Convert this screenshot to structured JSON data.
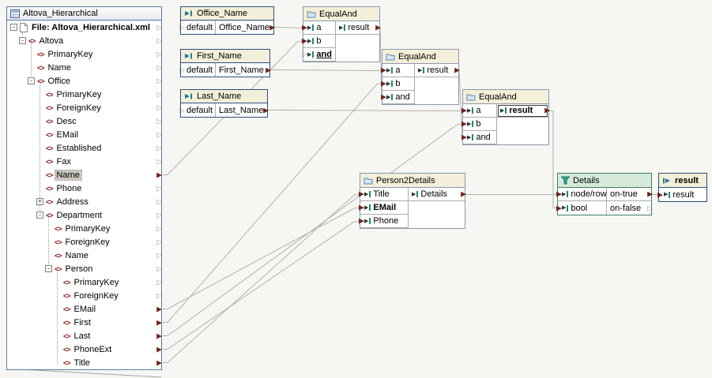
{
  "colors": {
    "line": "#B2B0AC",
    "selection": "#CBC7BF",
    "connector_filled": "#71251B",
    "function_header": "#F4EFD9",
    "filter_header": "#D5EADB"
  },
  "components": {
    "tree": {
      "title": "Altova_Hierarchical",
      "rows": [
        {
          "label": "File: Altova_Hierarchical.xml",
          "level": 0,
          "expand": "minus",
          "icon": "file",
          "bold": true
        },
        {
          "label": "Altova",
          "level": 1,
          "expand": "minus",
          "icon": "element"
        },
        {
          "label": "PrimaryKey",
          "level": 2,
          "icon": "element"
        },
        {
          "label": "Name",
          "level": 2,
          "icon": "element"
        },
        {
          "label": "Office",
          "level": 2,
          "expand": "minus",
          "icon": "element"
        },
        {
          "label": "PrimaryKey",
          "level": 3,
          "icon": "element"
        },
        {
          "label": "ForeignKey",
          "level": 3,
          "icon": "element"
        },
        {
          "label": "Desc",
          "level": 3,
          "icon": "element"
        },
        {
          "label": "EMail",
          "level": 3,
          "icon": "element"
        },
        {
          "label": "Established",
          "level": 3,
          "icon": "element"
        },
        {
          "label": "Fax",
          "level": 3,
          "icon": "element"
        },
        {
          "label": "Name",
          "level": 3,
          "icon": "element",
          "selected": true,
          "connected": true
        },
        {
          "label": "Phone",
          "level": 3,
          "icon": "element"
        },
        {
          "label": "Address",
          "level": 3,
          "expand": "plus",
          "icon": "element"
        },
        {
          "label": "Department",
          "level": 3,
          "expand": "minus",
          "icon": "element"
        },
        {
          "label": "PrimaryKey",
          "level": 4,
          "icon": "element"
        },
        {
          "label": "ForeignKey",
          "level": 4,
          "icon": "element"
        },
        {
          "label": "Name",
          "level": 4,
          "icon": "element"
        },
        {
          "label": "Person",
          "level": 4,
          "expand": "minus",
          "icon": "element"
        },
        {
          "label": "PrimaryKey",
          "level": 5,
          "icon": "element"
        },
        {
          "label": "ForeignKey",
          "level": 5,
          "icon": "element"
        },
        {
          "label": "EMail",
          "level": 5,
          "icon": "element",
          "connected": true
        },
        {
          "label": "First",
          "level": 5,
          "icon": "element",
          "connected": true
        },
        {
          "label": "Last",
          "level": 5,
          "icon": "element",
          "connected": true
        },
        {
          "label": "PhoneExt",
          "level": 5,
          "icon": "element",
          "connected": true
        },
        {
          "label": "Title",
          "level": 5,
          "icon": "element",
          "connected": true
        }
      ]
    },
    "constants": [
      {
        "id": "office_name",
        "title": "Office_Name",
        "param": "default",
        "value": "Office_Name"
      },
      {
        "id": "first_name",
        "title": "First_Name",
        "param": "default",
        "value": "First_Name"
      },
      {
        "id": "last_name",
        "title": "Last_Name",
        "param": "default",
        "value": "Last_Name"
      }
    ],
    "functions": [
      {
        "id": "ea1",
        "title": "EqualAnd",
        "inputs": [
          {
            "label": "a",
            "connected": true
          },
          {
            "label": "b",
            "connected": true
          },
          {
            "label": "and",
            "connected": false,
            "bold": true,
            "underline": true
          }
        ],
        "output": {
          "label": "result",
          "connected": true
        }
      },
      {
        "id": "ea2",
        "title": "EqualAnd",
        "inputs": [
          {
            "label": "a",
            "connected": true
          },
          {
            "label": "b",
            "connected": true
          },
          {
            "label": "and",
            "connected": true
          }
        ],
        "output": {
          "label": "result",
          "connected": true
        }
      },
      {
        "id": "ea3",
        "title": "EqualAnd",
        "inputs": [
          {
            "label": "a",
            "connected": true
          },
          {
            "label": "b",
            "connected": true
          },
          {
            "label": "and",
            "connected": true
          }
        ],
        "output": {
          "label": "result",
          "connected": true,
          "bold": true,
          "boxed": true
        }
      },
      {
        "id": "p2d",
        "title": "Person2Details",
        "inputs": [
          {
            "label": "Title",
            "connected": true
          },
          {
            "label": "EMail",
            "connected": true,
            "bold": true
          },
          {
            "label": "Phone",
            "connected": true
          }
        ],
        "output": {
          "label": "Details",
          "connected": true
        }
      }
    ],
    "filter": {
      "title": "Details",
      "rows": [
        {
          "in": "node/row",
          "out": "on-true",
          "in_connected": true,
          "out_connected": true
        },
        {
          "in": "bool",
          "out": "on-false",
          "in_connected": true,
          "out_connected": false
        }
      ]
    },
    "result": {
      "title": "result",
      "row": "result",
      "connected": true
    }
  },
  "connections": [
    {
      "from": "office_name.out",
      "to": "ea1.a"
    },
    {
      "from": "tree.Name",
      "to": "ea1.b"
    },
    {
      "from": "first_name.out",
      "to": "ea2.a"
    },
    {
      "from": "tree.First",
      "to": "ea2.b"
    },
    {
      "from": "ea1.result",
      "to": "ea2.and"
    },
    {
      "from": "last_name.out",
      "to": "ea3.a"
    },
    {
      "from": "tree.Last",
      "to": "ea3.b"
    },
    {
      "from": "ea2.result",
      "to": "ea3.and"
    },
    {
      "from": "tree.Title",
      "to": "p2d.Title"
    },
    {
      "from": "tree.EMail",
      "to": "p2d.EMail"
    },
    {
      "from": "tree.PhoneExt",
      "to": "p2d.Phone"
    },
    {
      "from": "p2d.Details",
      "to": "filter.node_row"
    },
    {
      "from": "ea3.result",
      "to": "filter.bool",
      "route": "elbow"
    },
    {
      "from": "filter.on_true",
      "to": "result.result"
    }
  ]
}
